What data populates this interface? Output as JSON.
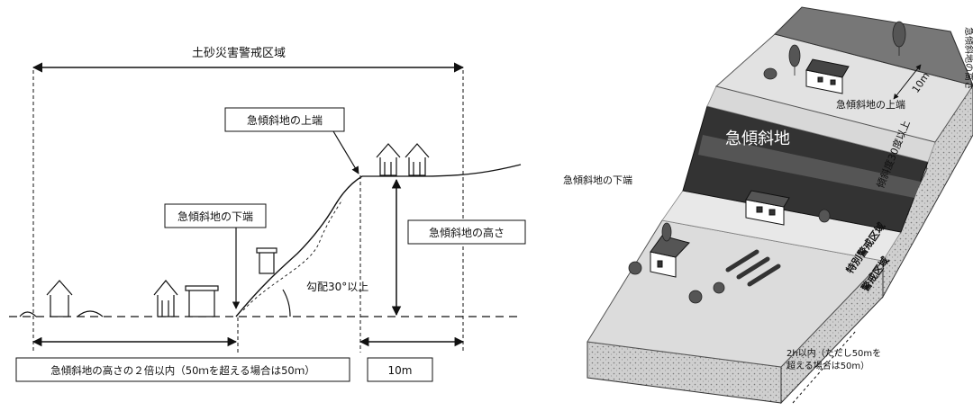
{
  "left": {
    "zone_title": "土砂災害警戒区域",
    "top_edge": "急傾斜地の上端",
    "bottom_edge": "急傾斜地の下端",
    "slope_height": "急傾斜地の高さ",
    "gradient": "勾配30°以上",
    "width_rule": "急傾斜地の高さの２倍以内（50ｍを超える場合は50ｍ）",
    "top_width": "10m"
  },
  "right": {
    "top_edge": "急傾斜地の上端",
    "slope_name": "急傾斜地",
    "bottom_edge": "急傾斜地の下端",
    "top_width": "10m",
    "gradient": "傾斜度30度以上",
    "special_zone": "特別警戒区域",
    "warning_zone": "警戒区域",
    "width_rule_line1": "2h以内（ただし50mを",
    "width_rule_line2": "超える場合は50m）",
    "height_label": "急傾斜地の高さ"
  }
}
